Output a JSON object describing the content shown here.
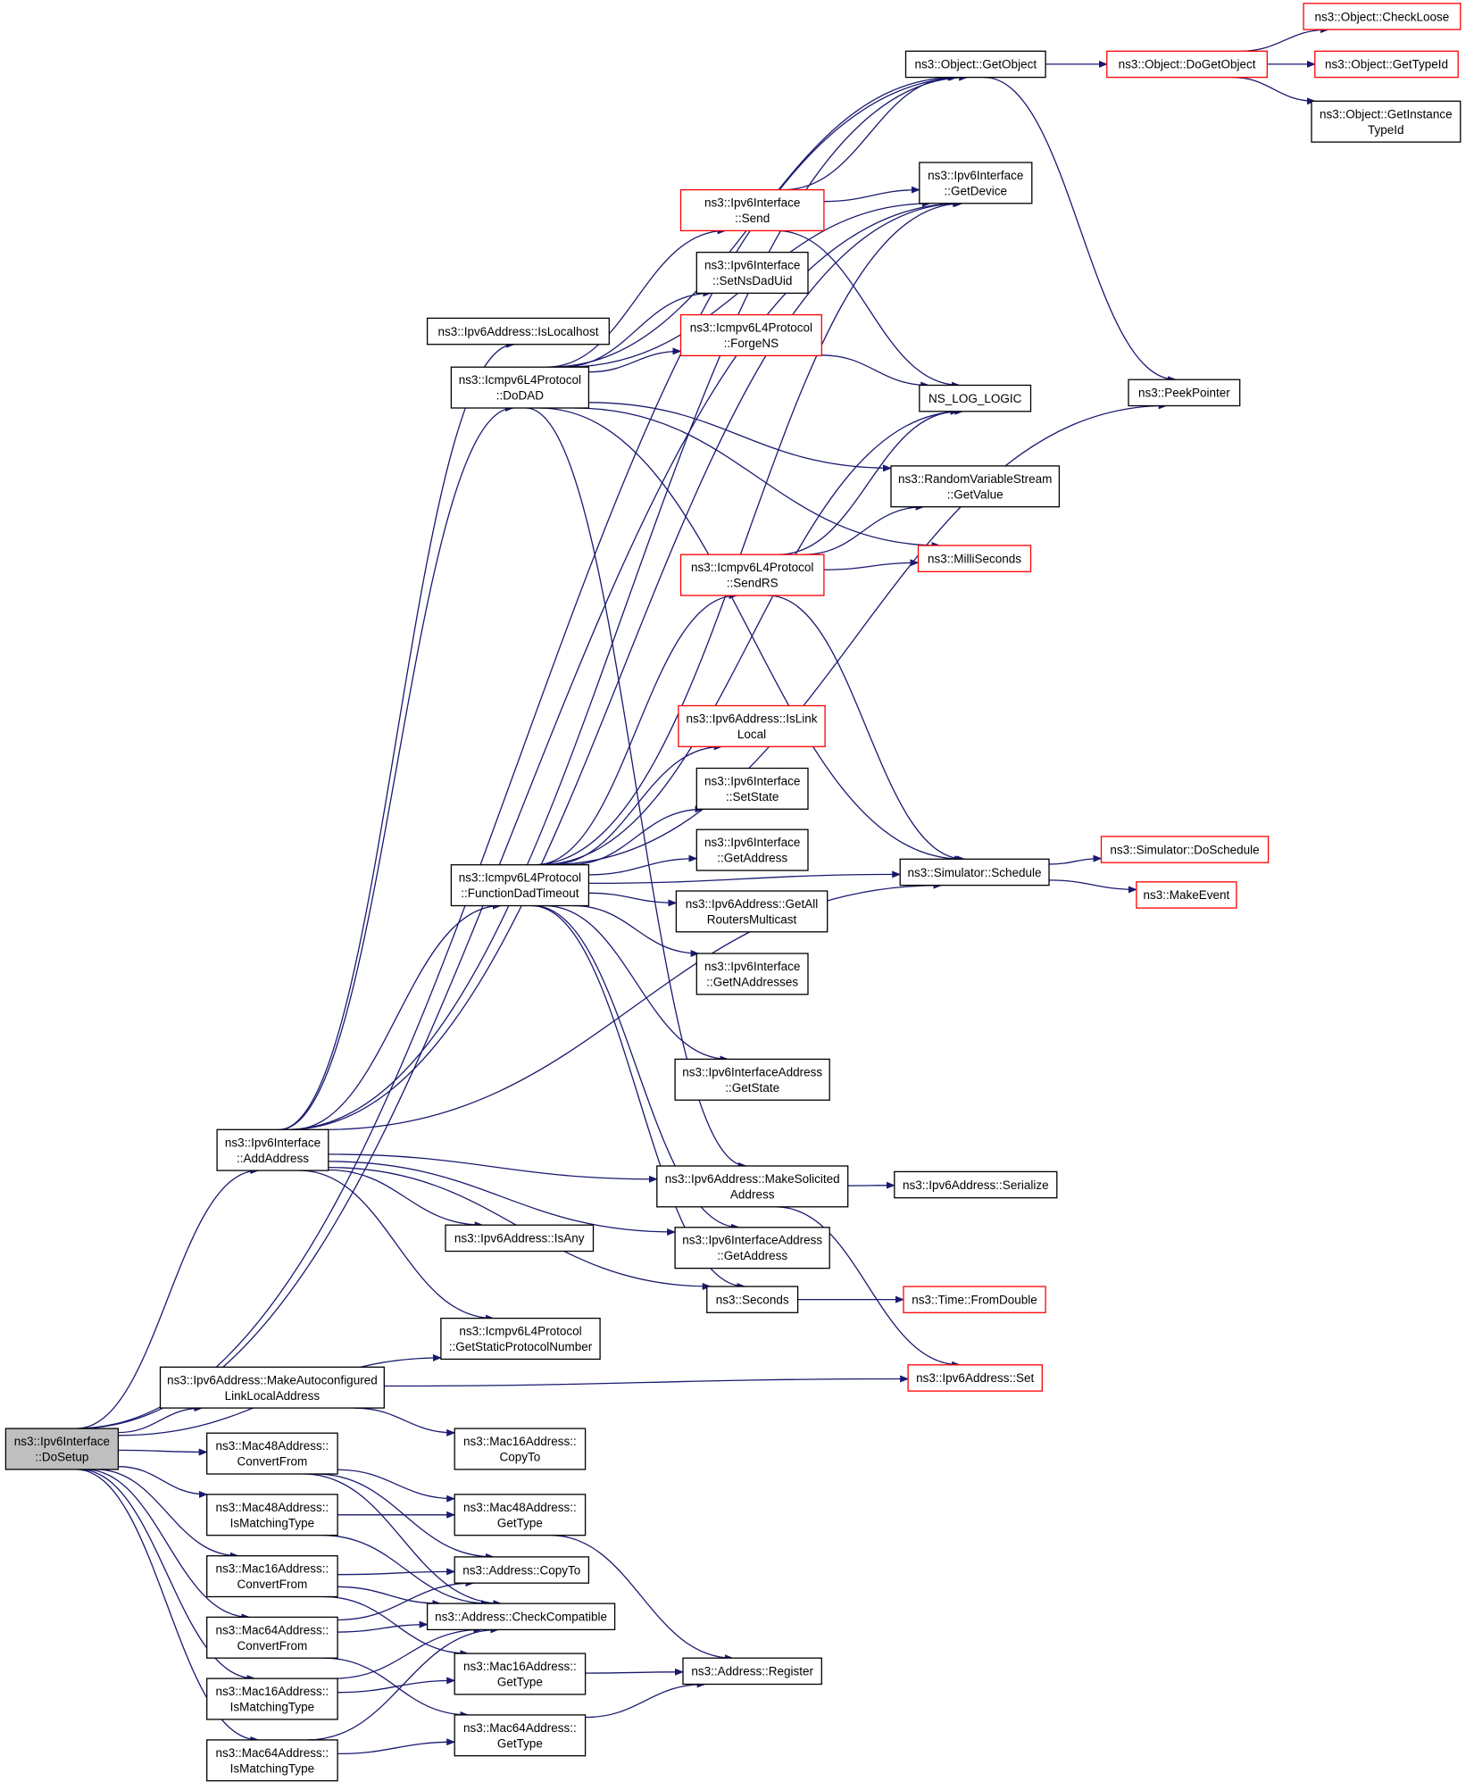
{
  "diagram": {
    "type": "call-graph",
    "edge_color": "#191970",
    "truncated_border_color": "#ff0000",
    "root_fill": "#bfbfbf",
    "nodes": [
      {
        "id": "dosetup",
        "lines": [
          "ns3::Ipv6Interface",
          "::DoSetup"
        ],
        "style": "root"
      },
      {
        "id": "addaddress",
        "lines": [
          "ns3::Ipv6Interface",
          "::AddAddress"
        ],
        "style": "normal"
      },
      {
        "id": "makeautoll",
        "lines": [
          "ns3::Ipv6Address::MakeAutoconfigured",
          "LinkLocalAddress"
        ],
        "style": "normal"
      },
      {
        "id": "m48convert",
        "lines": [
          "ns3::Mac48Address::",
          "ConvertFrom"
        ],
        "style": "normal"
      },
      {
        "id": "m48match",
        "lines": [
          "ns3::Mac48Address::",
          "IsMatchingType"
        ],
        "style": "normal"
      },
      {
        "id": "m16convert",
        "lines": [
          "ns3::Mac16Address::",
          "ConvertFrom"
        ],
        "style": "normal"
      },
      {
        "id": "m64convert",
        "lines": [
          "ns3::Mac64Address::",
          "ConvertFrom"
        ],
        "style": "normal"
      },
      {
        "id": "m16match",
        "lines": [
          "ns3::Mac16Address::",
          "IsMatchingType"
        ],
        "style": "normal"
      },
      {
        "id": "m64match",
        "lines": [
          "ns3::Mac64Address::",
          "IsMatchingType"
        ],
        "style": "normal"
      },
      {
        "id": "islocalhost",
        "lines": [
          "ns3::Ipv6Address::IsLocalhost"
        ],
        "style": "normal"
      },
      {
        "id": "dodad",
        "lines": [
          "ns3::Icmpv6L4Protocol",
          "::DoDAD"
        ],
        "style": "normal"
      },
      {
        "id": "funcdad",
        "lines": [
          "ns3::Icmpv6L4Protocol",
          "::FunctionDadTimeout"
        ],
        "style": "normal"
      },
      {
        "id": "isany",
        "lines": [
          "ns3::Ipv6Address::IsAny"
        ],
        "style": "normal"
      },
      {
        "id": "getstaticproto",
        "lines": [
          "ns3::Icmpv6L4Protocol",
          "::GetStaticProtocolNumber"
        ],
        "style": "normal"
      },
      {
        "id": "m16copyto",
        "lines": [
          "ns3::Mac16Address::",
          "CopyTo"
        ],
        "style": "normal"
      },
      {
        "id": "m48gettype",
        "lines": [
          "ns3::Mac48Address::",
          "GetType"
        ],
        "style": "normal"
      },
      {
        "id": "addrcopyto",
        "lines": [
          "ns3::Address::CopyTo"
        ],
        "style": "normal"
      },
      {
        "id": "addrcheck",
        "lines": [
          "ns3::Address::CheckCompatible"
        ],
        "style": "normal"
      },
      {
        "id": "m16gettype",
        "lines": [
          "ns3::Mac16Address::",
          "GetType"
        ],
        "style": "normal"
      },
      {
        "id": "m64gettype",
        "lines": [
          "ns3::Mac64Address::",
          "GetType"
        ],
        "style": "normal"
      },
      {
        "id": "send",
        "lines": [
          "ns3::Ipv6Interface",
          "::Send"
        ],
        "style": "red"
      },
      {
        "id": "setnsdaduid",
        "lines": [
          "ns3::Ipv6Interface",
          "::SetNsDadUid"
        ],
        "style": "normal"
      },
      {
        "id": "forgens",
        "lines": [
          "ns3::Icmpv6L4Protocol",
          "::ForgeNS"
        ],
        "style": "red"
      },
      {
        "id": "sendrs",
        "lines": [
          "ns3::Icmpv6L4Protocol",
          "::SendRS"
        ],
        "style": "red"
      },
      {
        "id": "islinklocal",
        "lines": [
          "ns3::Ipv6Address::IsLink",
          "Local"
        ],
        "style": "red"
      },
      {
        "id": "setstate",
        "lines": [
          "ns3::Ipv6Interface",
          "::SetState"
        ],
        "style": "normal"
      },
      {
        "id": "ifgetaddress",
        "lines": [
          "ns3::Ipv6Interface",
          "::GetAddress"
        ],
        "style": "normal"
      },
      {
        "id": "getallrouters",
        "lines": [
          "ns3::Ipv6Address::GetAll",
          "RoutersMulticast"
        ],
        "style": "normal"
      },
      {
        "id": "getnaddresses",
        "lines": [
          "ns3::Ipv6Interface",
          "::GetNAddresses"
        ],
        "style": "normal"
      },
      {
        "id": "iaddrgetstate",
        "lines": [
          "ns3::Ipv6InterfaceAddress",
          "::GetState"
        ],
        "style": "normal"
      },
      {
        "id": "makesolicited",
        "lines": [
          "ns3::Ipv6Address::MakeSolicited",
          "Address"
        ],
        "style": "normal"
      },
      {
        "id": "iaddrgetaddress",
        "lines": [
          "ns3::Ipv6InterfaceAddress",
          "::GetAddress"
        ],
        "style": "normal"
      },
      {
        "id": "seconds",
        "lines": [
          "ns3::Seconds"
        ],
        "style": "normal"
      },
      {
        "id": "addrregister",
        "lines": [
          "ns3::Address::Register"
        ],
        "style": "normal"
      },
      {
        "id": "getobject",
        "lines": [
          "ns3::Object::GetObject"
        ],
        "style": "normal"
      },
      {
        "id": "getdevice",
        "lines": [
          "ns3::Ipv6Interface",
          "::GetDevice"
        ],
        "style": "normal"
      },
      {
        "id": "nsloglogic",
        "lines": [
          "NS_LOG_LOGIC"
        ],
        "style": "normal"
      },
      {
        "id": "rvsgetvalue",
        "lines": [
          "ns3::RandomVariableStream",
          "::GetValue"
        ],
        "style": "normal"
      },
      {
        "id": "milliseconds",
        "lines": [
          "ns3::MilliSeconds"
        ],
        "style": "red"
      },
      {
        "id": "schedule",
        "lines": [
          "ns3::Simulator::Schedule"
        ],
        "style": "normal"
      },
      {
        "id": "serialize",
        "lines": [
          "ns3::Ipv6Address::Serialize"
        ],
        "style": "normal"
      },
      {
        "id": "fromdouble",
        "lines": [
          "ns3::Time::FromDouble"
        ],
        "style": "red"
      },
      {
        "id": "ipv6set",
        "lines": [
          "ns3::Ipv6Address::Set"
        ],
        "style": "red"
      },
      {
        "id": "dogetobject",
        "lines": [
          "ns3::Object::DoGetObject"
        ],
        "style": "red"
      },
      {
        "id": "peekpointer",
        "lines": [
          "ns3::PeekPointer"
        ],
        "style": "normal"
      },
      {
        "id": "doschedule",
        "lines": [
          "ns3::Simulator::DoSchedule"
        ],
        "style": "red"
      },
      {
        "id": "makeevent",
        "lines": [
          "ns3::MakeEvent"
        ],
        "style": "red"
      },
      {
        "id": "checkloose",
        "lines": [
          "ns3::Object::CheckLoose"
        ],
        "style": "red"
      },
      {
        "id": "gettypeid",
        "lines": [
          "ns3::Object::GetTypeId"
        ],
        "style": "red"
      },
      {
        "id": "getinstancetypeid",
        "lines": [
          "ns3::Object::GetInstance",
          "TypeId"
        ],
        "style": "normal"
      }
    ]
  }
}
